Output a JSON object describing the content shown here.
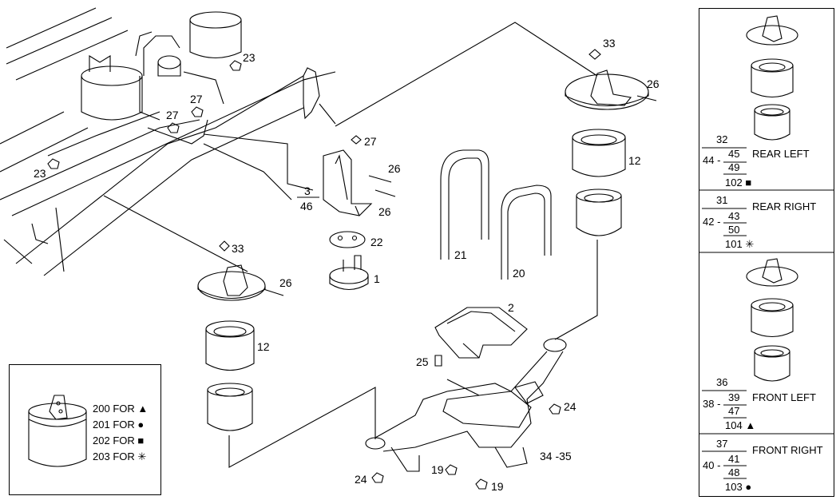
{
  "callouts": {
    "n33a": "33",
    "n26a": "26",
    "n12a": "12",
    "n23a": "23",
    "n27a": "27",
    "n27b": "27",
    "n23b": "23",
    "n27c": "27",
    "n26b": "26",
    "n26c": "26",
    "n3": "3",
    "n46": "46",
    "n22": "22",
    "n1": "1",
    "n21": "21",
    "n20": "20",
    "n33b": "33",
    "n26d": "26",
    "n12b": "12",
    "n2": "2",
    "n25": "25",
    "n24a": "24",
    "n24b": "24",
    "n19a": "19",
    "n19b": "19",
    "n3435": "34 -35"
  },
  "legend": {
    "rows": [
      {
        "code": "200",
        "word": "FOR",
        "symbol": "▲"
      },
      {
        "code": "201",
        "word": "FOR",
        "symbol": "●"
      },
      {
        "code": "202",
        "word": "FOR",
        "symbol": "■"
      },
      {
        "code": "203",
        "word": "FOR",
        "symbol": "✳"
      }
    ]
  },
  "variants": [
    {
      "top": "32",
      "left": "44 -",
      "up": "45",
      "down": "49",
      "bottom": "102",
      "symbol": "■",
      "label": "REAR LEFT"
    },
    {
      "top": "31",
      "left": "42 -",
      "up": "43",
      "down": "50",
      "bottom": "101",
      "symbol": "✳",
      "label": "REAR RIGHT"
    },
    {
      "top": "36",
      "left": "38 -",
      "up": "39",
      "down": "47",
      "bottom": "104",
      "symbol": "▲",
      "label": "FRONT LEFT"
    },
    {
      "top": "37",
      "left": "40 -",
      "up": "41",
      "down": "48",
      "bottom": "103",
      "symbol": "●",
      "label": "FRONT RIGHT"
    }
  ]
}
